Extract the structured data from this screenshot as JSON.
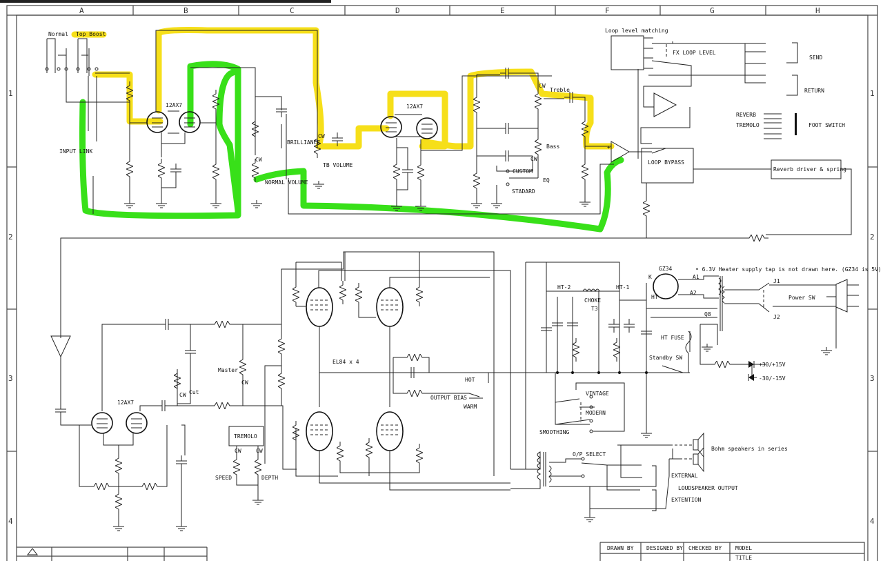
{
  "frame": {
    "columns": [
      "A",
      "B",
      "C",
      "D",
      "E",
      "F",
      "G",
      "H"
    ],
    "rows": [
      "1",
      "2",
      "3",
      "4"
    ]
  },
  "highlight_colors": {
    "yellow": "#f5dc00",
    "green": "#22dd00"
  },
  "labels": {
    "normal": "Normal",
    "top_boost": "Top Boost",
    "input_link": "INPUT LINK",
    "v1": "12AX7",
    "v2": "12AX7",
    "v3": "12AX7",
    "brilliance": "BRILLIANCE",
    "normal_volume": "NORMAL VOLUME",
    "tb_volume": "TB VOLUME",
    "cw": "CW",
    "treble": "Treble",
    "bass": "Bass",
    "custom": "CUSTOM",
    "eq": "EQ",
    "standard": "STADARD",
    "loop_level_matching": "Loop level matching",
    "fx_loop_level": "FX LOOP LEVEL",
    "send": "SEND",
    "return": "RETURN",
    "reverb": "REVERB",
    "tremolo_fs": "TREMOLO",
    "foot_switch": "FOOT SWITCH",
    "loop_bypass": "LOOP BYPASS",
    "reverb_driver": "Reverb driver & spring",
    "el84": "EL84 x 4",
    "master": "Master",
    "cut": "Cut",
    "tremolo_box": "TREMOLO",
    "speed": "SPEED",
    "depth": "DEPTH",
    "hot": "HOT",
    "output_bias": "OUTPUT BIAS",
    "warm": "WARM",
    "ht2": "HT-2",
    "ht1": "HT-1",
    "choke": "CHOKE",
    "t3": "T3",
    "gz34": "GZ34",
    "k": "K",
    "ht": "HT",
    "a1": "A1",
    "a2": "A2",
    "heater_note": "• 6.3V Heater supply tap is not drawn here. (GZ34 is 5V)",
    "j1": "J1",
    "j2": "J2",
    "power_sw": "Power SW",
    "q8": "Q8",
    "ht_fuse": "HT FUSE",
    "standby_sw": "Standby SW",
    "plus30": "+30/+15V",
    "minus30": "-30/-15V",
    "vintage": "VINTAGE",
    "modern": "MODERN",
    "smoothing": "SMOOTHING",
    "op_select": "O/P SELECT",
    "speakers": "Bohm speakers in series",
    "external": "EXTERNAL",
    "loudspeaker_output": "LOUDSPEAKER OUTPUT",
    "extention": "EXTENTION"
  },
  "title_block": {
    "drawn_by": "DRAWN BY",
    "designed_by": "DESIGNED BY",
    "checked_by": "CHECKED BY",
    "model": "MODEL",
    "title": "TITLE"
  }
}
